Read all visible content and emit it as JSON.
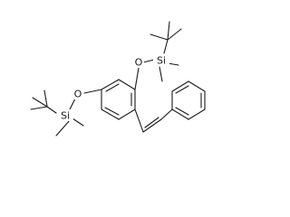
{
  "structure": {
    "atoms": {
      "oxygen_upper": "O",
      "silicon_upper": "Si",
      "oxygen_lower": "O",
      "silicon_lower": "Si"
    }
  }
}
